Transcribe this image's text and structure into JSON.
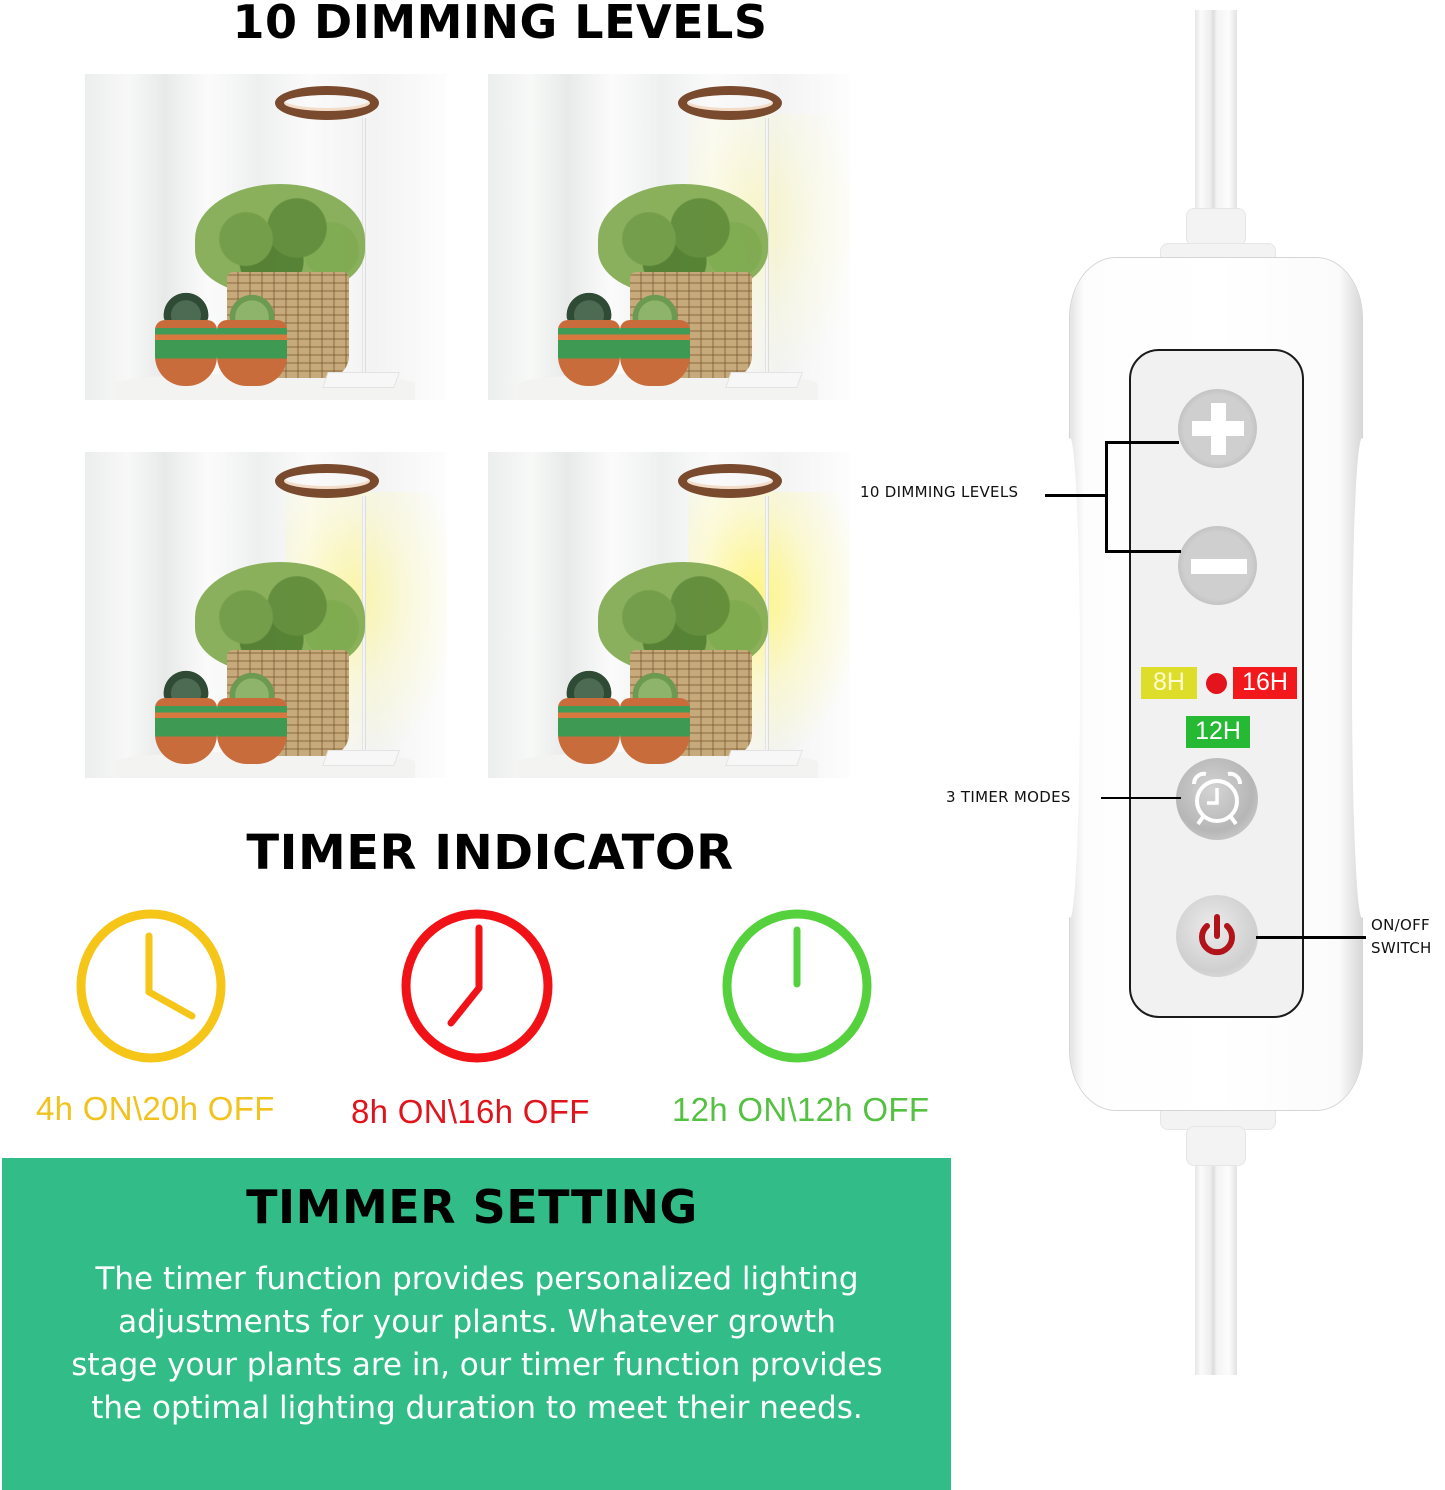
{
  "header": {
    "title": "10 DIMMING LEVELS"
  },
  "photos": [
    {
      "label": "brightness-off"
    },
    {
      "label": "brightness-low"
    },
    {
      "label": "brightness-medium"
    },
    {
      "label": "brightness-high"
    }
  ],
  "timer_indicator": {
    "title": "TIMER INDICATOR",
    "modes": [
      {
        "label": "4h ON\\20h OFF",
        "color": "#f0c31e",
        "icon": "clock-4-icon"
      },
      {
        "label": "8h ON\\16h OFF",
        "color": "#e0141c",
        "icon": "clock-8-icon"
      },
      {
        "label": "12h ON\\12h OFF",
        "color": "#55c142",
        "icon": "clock-12-icon"
      }
    ]
  },
  "timer_setting": {
    "title": "TIMMER SETTING",
    "background": "#32bd88",
    "body_lines": [
      "The timer function provides personalized lighting",
      "adjustments for your plants. Whatever growth",
      "stage your plants are in, our timer function provides",
      "the optimal lighting duration to meet their needs."
    ]
  },
  "controller": {
    "buttons": {
      "plus": "plus-icon",
      "minus": "minus-icon",
      "timer": "alarm-clock-icon",
      "power": "power-icon"
    },
    "badges": {
      "left": {
        "text": "8H",
        "color": "#dede2a"
      },
      "right": {
        "text": "16H",
        "color": "#f2181c"
      },
      "bottom": {
        "text": "12H",
        "color": "#26ba34"
      }
    },
    "led_color": "#e3141c",
    "callouts": {
      "dimming": "10 DIMMING LEVELS",
      "timer": "3 TIMER MODES",
      "power_line1": "ON/OFF",
      "power_line2": "SWITCH"
    }
  }
}
